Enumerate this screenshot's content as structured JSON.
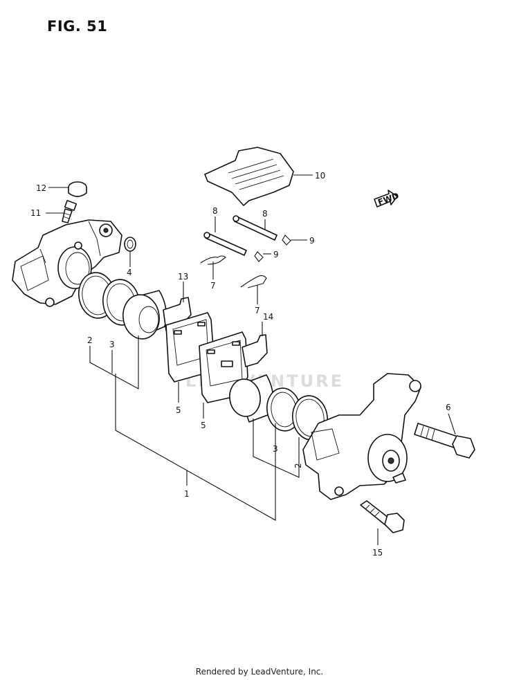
{
  "figure": {
    "title": "FIG. 51",
    "footer": "Rendered by LeadVenture, Inc.",
    "watermark": "LEADVENTURE",
    "fwd_label": "FWD"
  },
  "callouts": [
    {
      "id": "12",
      "text": "12"
    },
    {
      "id": "11",
      "text": "11"
    },
    {
      "id": "4",
      "text": "4"
    },
    {
      "id": "10",
      "text": "10"
    },
    {
      "id": "8a",
      "text": "8"
    },
    {
      "id": "8b",
      "text": "8"
    },
    {
      "id": "9a",
      "text": "9"
    },
    {
      "id": "9b",
      "text": "9"
    },
    {
      "id": "7a",
      "text": "7"
    },
    {
      "id": "7b",
      "text": "7"
    },
    {
      "id": "13",
      "text": "13"
    },
    {
      "id": "14",
      "text": "14"
    },
    {
      "id": "2a",
      "text": "2"
    },
    {
      "id": "3a",
      "text": "3"
    },
    {
      "id": "5a",
      "text": "5"
    },
    {
      "id": "5b",
      "text": "5"
    },
    {
      "id": "6",
      "text": "6"
    },
    {
      "id": "3b",
      "text": "3"
    },
    {
      "id": "2b",
      "text": "2"
    },
    {
      "id": "1",
      "text": "1"
    },
    {
      "id": "15",
      "text": "15"
    }
  ]
}
